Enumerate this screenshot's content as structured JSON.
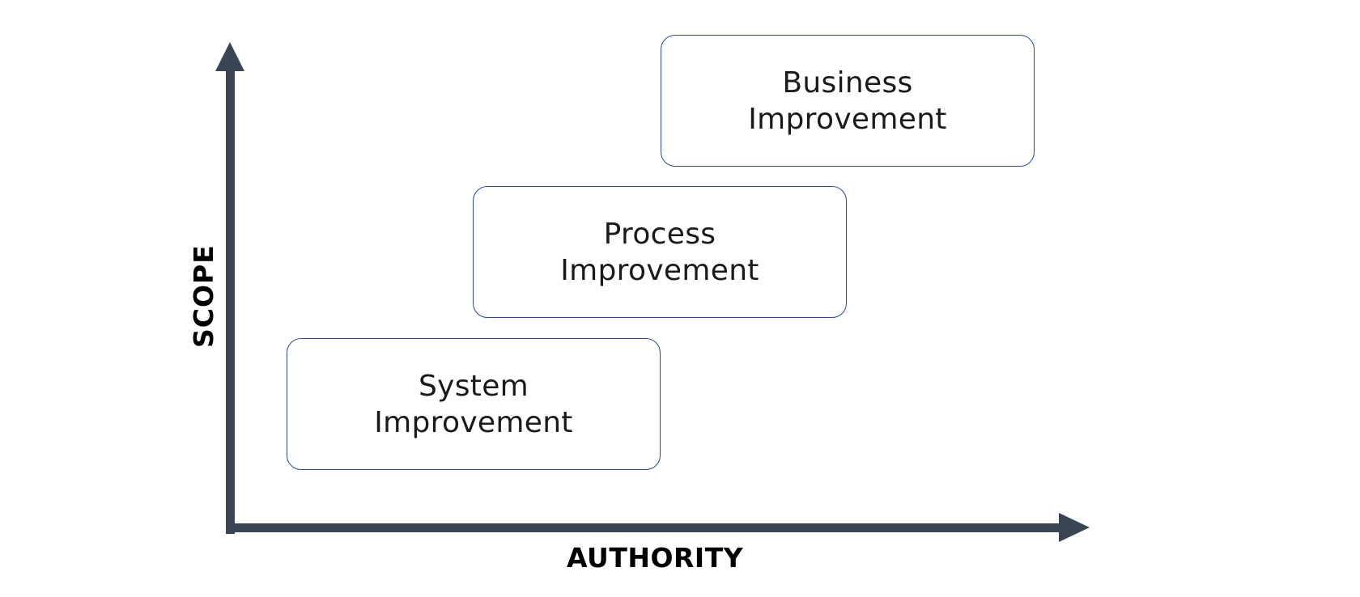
{
  "axes": {
    "x_label": "AUTHORITY",
    "y_label": "SCOPE",
    "color": "#3a4554"
  },
  "boxes": [
    {
      "line1": "System",
      "line2": "Improvement"
    },
    {
      "line1": "Process",
      "line2": "Improvement"
    },
    {
      "line1": "Business",
      "line2": "Improvement"
    }
  ],
  "colors": {
    "box_border": "#2f4b8a",
    "text": "#1a1a1a",
    "axis": "#3a4554"
  }
}
